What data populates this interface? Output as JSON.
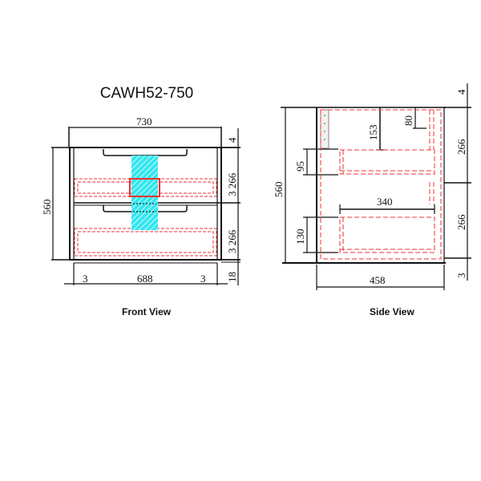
{
  "title": "CAWH52-750",
  "front_view": {
    "caption": "Front View",
    "dims": {
      "top_width": "730",
      "height": "560",
      "right_top": "4",
      "right_upper": "3 266",
      "right_lower": "3 266",
      "right_bottom": "18",
      "bottom_left": "3",
      "bottom_mid": "688",
      "bottom_right": "3"
    }
  },
  "side_view": {
    "caption": "Side View",
    "dims": {
      "height": "560",
      "depth_153": "153",
      "depth_80": "80",
      "drawer_95": "95",
      "drawer_130": "130",
      "inner_340": "340",
      "width": "458",
      "right_top": "4",
      "right_upper": "266",
      "right_lower": "266",
      "right_bottom": "3"
    }
  },
  "colors": {
    "line": "#111111",
    "hidden": "#ee3333",
    "highlight": "#33e6ee"
  }
}
